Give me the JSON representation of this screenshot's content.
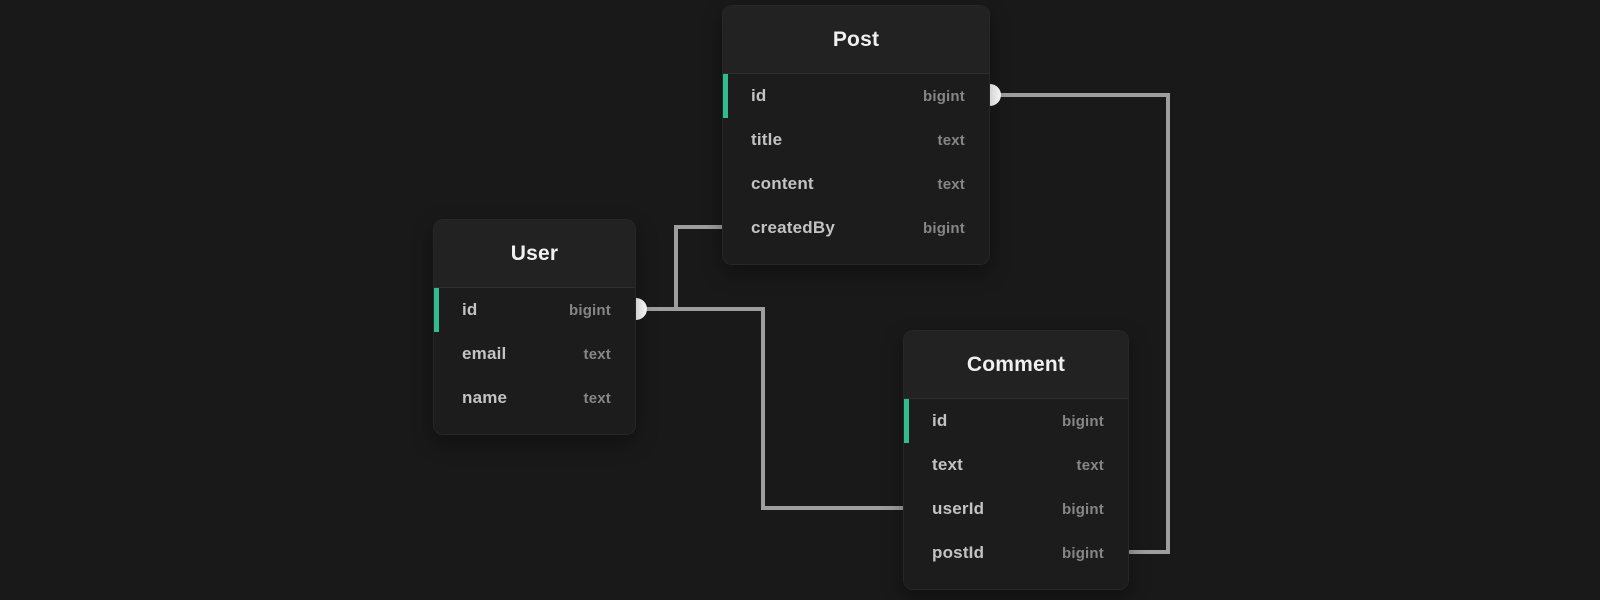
{
  "diagram_type": "entity-relationship",
  "theme": {
    "background": "#191919",
    "accent_green": "#2fbc8e",
    "line_color": "#9e9e9e",
    "connector_color": "#ffffff"
  },
  "tables": [
    {
      "name": "Post",
      "columns": [
        {
          "name": "id",
          "type": "bigint",
          "pk": true
        },
        {
          "name": "title",
          "type": "text",
          "pk": false
        },
        {
          "name": "content",
          "type": "text",
          "pk": false
        },
        {
          "name": "createdBy",
          "type": "bigint",
          "pk": false
        }
      ]
    },
    {
      "name": "User",
      "columns": [
        {
          "name": "id",
          "type": "bigint",
          "pk": true
        },
        {
          "name": "email",
          "type": "text",
          "pk": false
        },
        {
          "name": "name",
          "type": "text",
          "pk": false
        }
      ]
    },
    {
      "name": "Comment",
      "columns": [
        {
          "name": "id",
          "type": "bigint",
          "pk": true
        },
        {
          "name": "text",
          "type": "text",
          "pk": false
        },
        {
          "name": "userId",
          "type": "bigint",
          "pk": false
        },
        {
          "name": "postId",
          "type": "bigint",
          "pk": false
        }
      ]
    }
  ],
  "relations": [
    {
      "from": "User.id",
      "to": "Post.createdBy"
    },
    {
      "from": "User.id",
      "to": "Comment.userId"
    },
    {
      "from": "Post.id",
      "to": "Comment.postId"
    }
  ]
}
